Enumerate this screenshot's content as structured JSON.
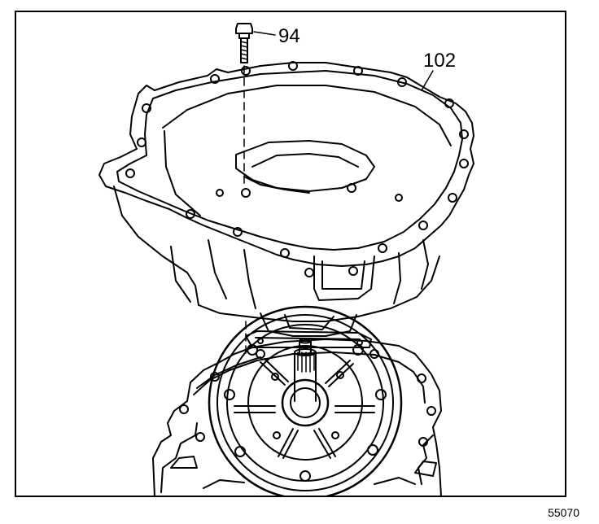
{
  "callouts": {
    "bolt": "94",
    "housing": "102"
  },
  "figure_number": "55070",
  "colors": {
    "line": "#000000",
    "paper": "#ffffff"
  }
}
